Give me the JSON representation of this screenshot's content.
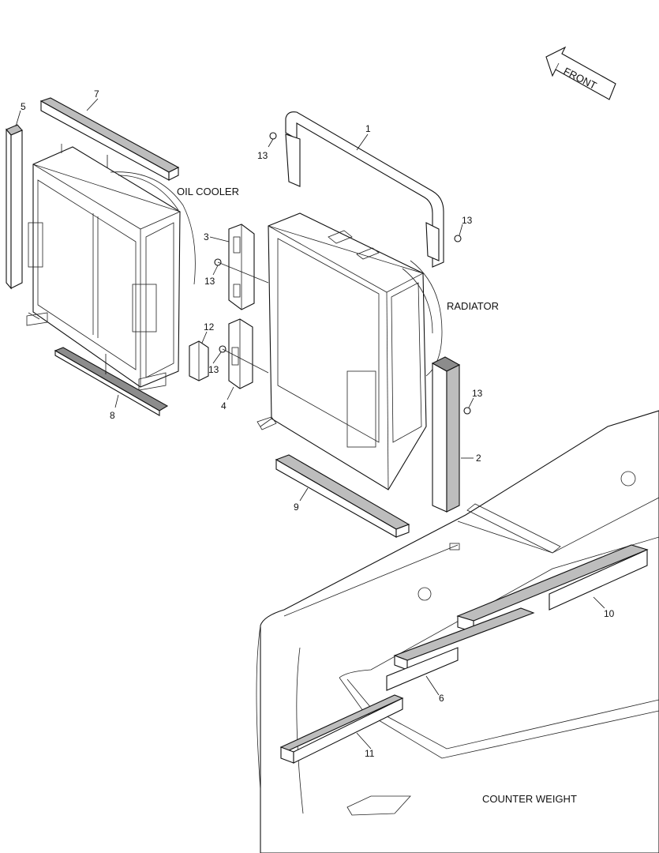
{
  "labels": {
    "oil_cooler": "OIL COOLER",
    "radiator": "RADIATOR",
    "counter_weight": "COUNTER WEIGHT",
    "front": "FRONT"
  },
  "part_numbers": {
    "p1": "1",
    "p2": "2",
    "p3": "3",
    "p4": "4",
    "p5": "5",
    "p6": "6",
    "p7": "7",
    "p8": "8",
    "p9": "9",
    "p10": "10",
    "p11": "11",
    "p12": "12",
    "p13a": "13",
    "p13b": "13",
    "p13c": "13",
    "p13d": "13",
    "p13e": "13"
  }
}
